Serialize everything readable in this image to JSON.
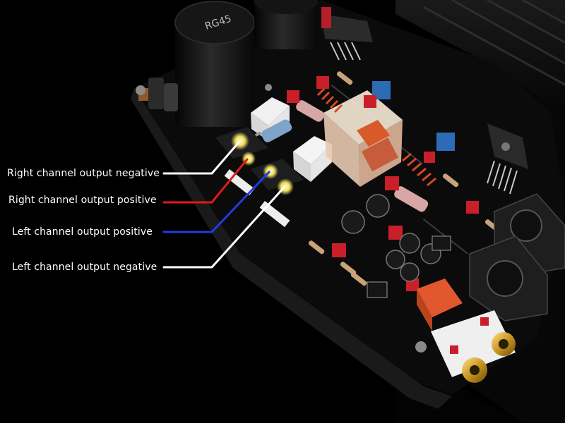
{
  "labels": {
    "right_negative": "Right channel output negative",
    "right_positive": "Right channel output positive",
    "left_positive": "Left channel output positive",
    "left_negative": "Left channel output negative"
  },
  "component_marking": "RG45",
  "wire_colors": {
    "right_negative": "#ffffff",
    "right_positive": "#e01b1b",
    "left_positive": "#1c3fe0",
    "left_negative": "#ffffff"
  }
}
